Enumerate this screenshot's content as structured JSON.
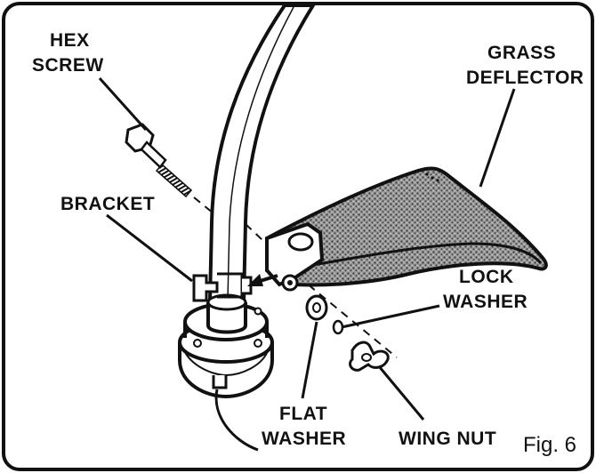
{
  "labels": {
    "hex_screw_1": "HEX",
    "hex_screw_2": "SCREW",
    "grass_deflector_1": "GRASS",
    "grass_deflector_2": "DEFLECTOR",
    "bracket": "BRACKET",
    "lock_washer_1": "LOCK",
    "lock_washer_2": "WASHER",
    "flat_washer_1": "FLAT",
    "flat_washer_2": "WASHER",
    "wing_nut": "WING NUT"
  },
  "figure_label": "Fig. 6",
  "colors": {
    "line": "#111111",
    "paper": "#ffffff",
    "stipple": "#555555"
  }
}
